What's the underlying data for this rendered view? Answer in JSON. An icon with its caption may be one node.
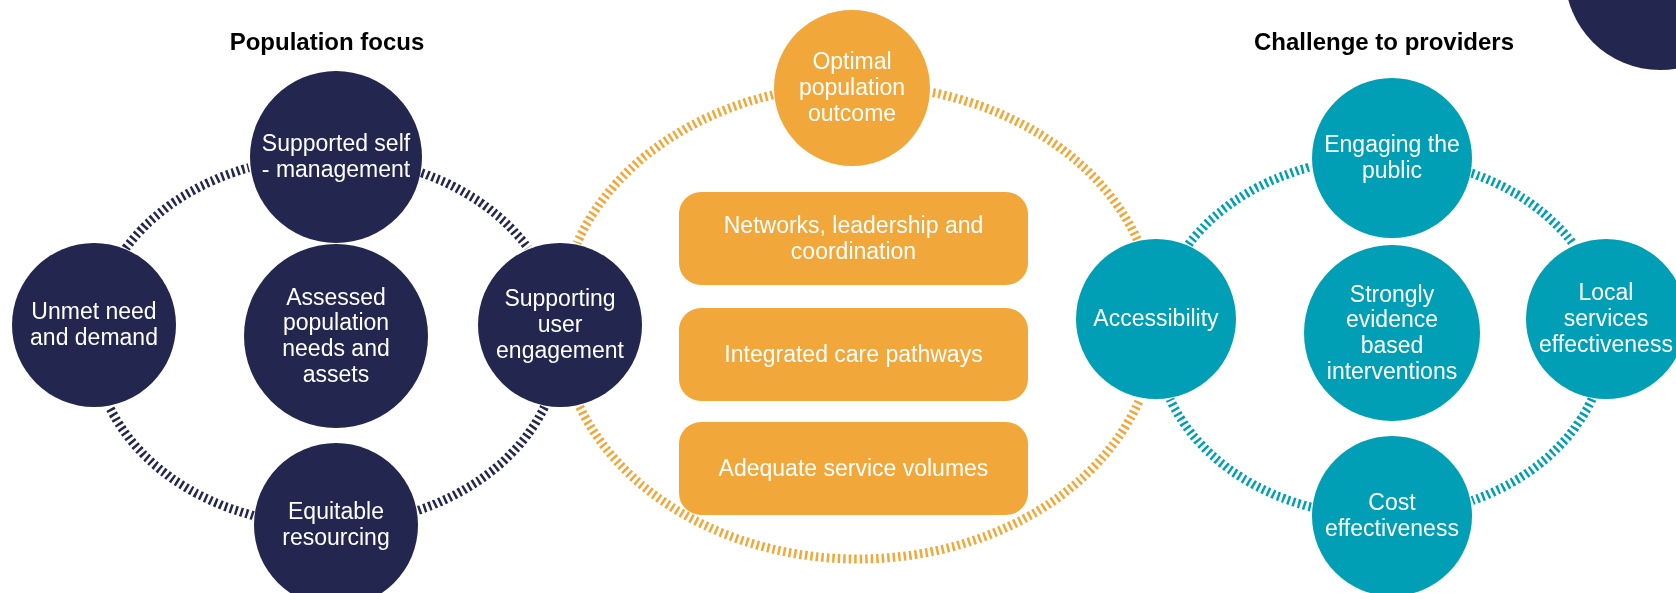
{
  "diagram": {
    "nodes": [
      {
        "text": [
          "Supported self - management"
        ]
      },
      {
        "text": [
          "Optimal population outcome"
        ]
      },
      {
        "text": [
          "Unmet need and demand"
        ]
      },
      {
        "text": [
          "Assessed population needs and assets"
        ]
      },
      {
        "text": [
          "Supporting user engagement"
        ]
      },
      {
        "text": [
          "Networks, leadership and coordination"
        ]
      },
      {
        "text": [
          "Integrated care pathways"
        ]
      },
      {
        "text": [
          "Adequate service volumes"
        ]
      },
      {
        "text": [
          "Engaging the public"
        ]
      },
      {
        "text": [
          "Accessibility"
        ]
      },
      {
        "text": [
          "Strongly evidence based interventions"
        ]
      },
      {
        "text": [
          "Local services effectiveness"
        ]
      },
      {
        "text": [
          "Equitable resourcing"
        ]
      },
      {
        "text": [
          "Cost effectiveness"
        ]
      }
    ],
    "edges": [
      {
        "from": 0,
        "to": 4,
        "arrow": "none",
        "style": "dashed",
        "color": "#23264f"
      },
      {
        "from": 4,
        "to": 12,
        "arrow": "none",
        "style": "dashed",
        "color": "#23264f"
      },
      {
        "from": 12,
        "to": 2,
        "arrow": "none",
        "style": "dashed",
        "color": "#23264f"
      },
      {
        "from": 2,
        "to": 0,
        "arrow": "none",
        "style": "dashed",
        "color": "#23264f"
      },
      {
        "from": 1,
        "to": 4,
        "arrow": "none",
        "style": "dashed",
        "color": "#f2a73b"
      },
      {
        "from": 4,
        "to": 9,
        "arrow": "none",
        "style": "dashed",
        "color": "#f2a73b"
      },
      {
        "from": 9,
        "to": 1,
        "arrow": "none",
        "style": "dashed",
        "color": "#f2a73b"
      },
      {
        "from": 8,
        "to": 11,
        "arrow": "none",
        "style": "dashed",
        "color": "#009fb5"
      },
      {
        "from": 11,
        "to": 13,
        "arrow": "none",
        "style": "dashed",
        "color": "#009fb5"
      },
      {
        "from": 13,
        "to": 9,
        "arrow": "none",
        "style": "dashed",
        "color": "#009fb5"
      },
      {
        "from": 9,
        "to": 8,
        "arrow": "none",
        "style": "dashed",
        "color": "#009fb5"
      }
    ],
    "labels": [
      "Population focus",
      "Challenge to providers"
    ]
  }
}
